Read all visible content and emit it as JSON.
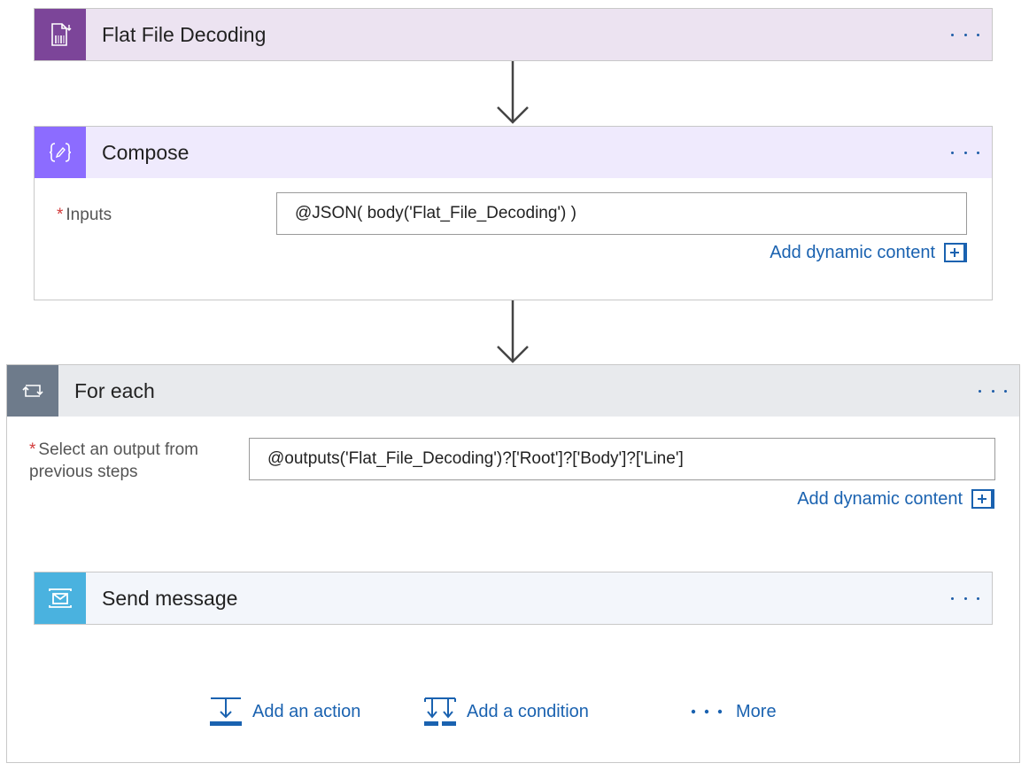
{
  "steps": {
    "flat_file": {
      "title": "Flat File Decoding",
      "color": "#7c4599",
      "header_bg": "#ece3f1"
    },
    "compose": {
      "title": "Compose",
      "color": "#8c6cff",
      "header_bg": "#efeafd",
      "field_label": "Inputs",
      "required_mark": "*",
      "field_value": "@JSON( body('Flat_File_Decoding') )",
      "dynamic_label": "Add dynamic content"
    },
    "for_each": {
      "title": "For each",
      "color": "#6e7b8b",
      "header_bg": "#e8eaed",
      "field_label_line1": "Select an output from",
      "field_label_line2": "previous steps",
      "required_mark": "*",
      "field_value": "@outputs('Flat_File_Decoding')?['Root']?['Body']?['Line']",
      "dynamic_label": "Add dynamic content",
      "send_message": {
        "title": "Send message",
        "color": "#4ab2df",
        "header_bg": "#f3f6fb"
      },
      "footer": {
        "add_action": "Add an action",
        "add_condition": "Add a condition",
        "more": "More"
      }
    }
  },
  "icons": {
    "flat_file": "flat-file-decoding-icon",
    "compose": "compose-icon",
    "for_each": "loop-icon",
    "send_message": "service-bus-message-icon",
    "more": "ellipsis-icon",
    "add_action": "add-action-icon",
    "add_condition": "add-condition-icon",
    "arrow": "arrow-down-icon"
  },
  "colors": {
    "link": "#1a62b0",
    "required": "#d23a3a",
    "border": "#c8c8c8"
  }
}
